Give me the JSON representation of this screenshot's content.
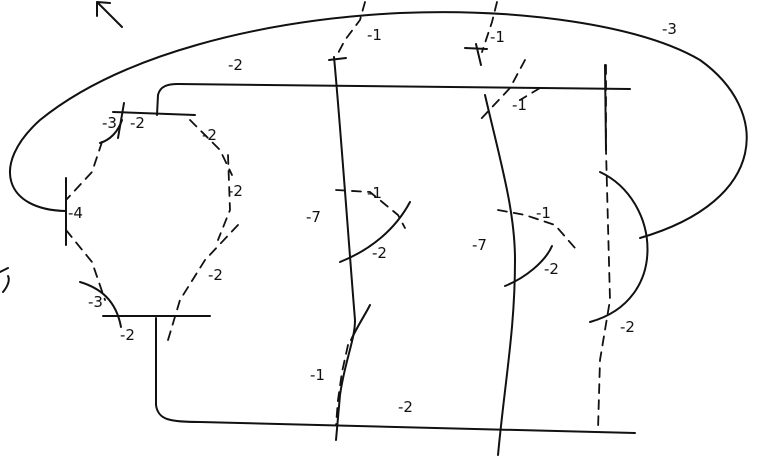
{
  "labels": {
    "top_left_m1": "-1",
    "top_right_m1": "-1",
    "outer_m3": "-3",
    "top_bar_m2": "-2",
    "hex_top_m3": "-3",
    "hex_top_m2": "-2",
    "hex_right_upper_m2": "-2",
    "hex_left_m4": "-4",
    "hex_right_mid_m2": "-2",
    "hex_right_lower_m2": "-2",
    "hex_bottom_m3": "-3",
    "hex_bottom_m2": "-2",
    "mid_curve_m1": "-1",
    "left_vertical_m7": "-7",
    "left_curve_m2": "-2",
    "right_upper_m1": "-1",
    "right_curve_m1": "-1",
    "right_vertical_m7": "-7",
    "right_curve_m2": "-2",
    "far_right_m2": "-2",
    "lower_left_m1": "-1",
    "bottom_bar_m2": "-2"
  }
}
